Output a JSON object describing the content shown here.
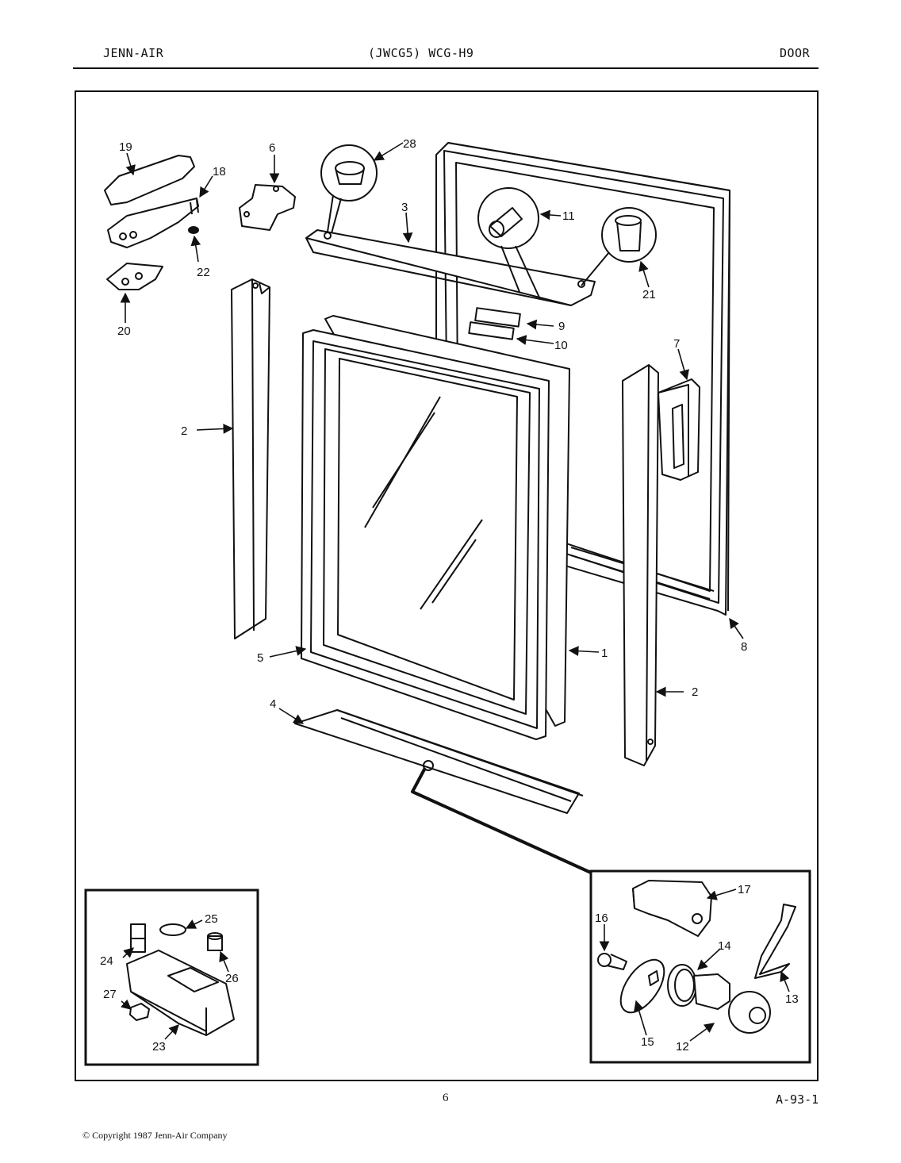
{
  "header": {
    "brand": "JENN-AIR",
    "model": "(JWCG5)  WCG-H9",
    "section": "DOOR"
  },
  "callouts": {
    "c1": "1",
    "c2a": "2",
    "c2b": "2",
    "c3": "3",
    "c4": "4",
    "c5": "5",
    "c6": "6",
    "c7": "7",
    "c8": "8",
    "c9": "9",
    "c10": "10",
    "c11": "11",
    "c12": "12",
    "c13": "13",
    "c14": "14",
    "c15": "15",
    "c16": "16",
    "c17": "17",
    "c18": "18",
    "c19": "19",
    "c20": "20",
    "c21": "21",
    "c22": "22",
    "c23": "23",
    "c24": "24",
    "c25": "25",
    "c26": "26",
    "c27": "27",
    "c28": "28"
  },
  "footer": {
    "page_number": "6",
    "code": "A-93-1",
    "copyright": "© Copyright 1987 Jenn-Air Company"
  }
}
